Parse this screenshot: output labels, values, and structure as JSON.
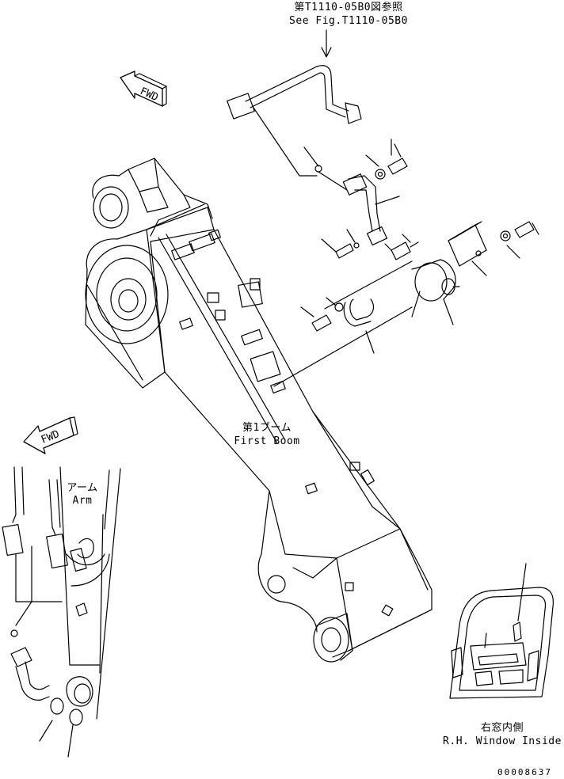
{
  "reference": {
    "line1": "第T1110-05B0図参照",
    "line2": "See Fig.T1110-05B0"
  },
  "fwd_arrows": [
    "FWD",
    "FWD"
  ],
  "boom_label": {
    "jp": "第1ブーム",
    "en": "First Boom"
  },
  "arm_label": {
    "jp": "アーム",
    "en": "Arm"
  },
  "window_label": {
    "jp": "右窓内側",
    "en": "R.H. Window Inside"
  },
  "drawing_number": "00008637",
  "colors": {
    "line": "#000000",
    "paper": "#ffffff"
  }
}
